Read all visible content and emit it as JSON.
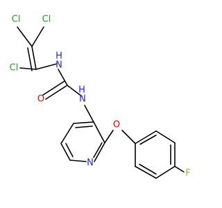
{
  "molecule": {
    "atoms": {
      "cl1": {
        "label": "Cl",
        "element": "Cl"
      },
      "cl2": {
        "label": "Cl",
        "element": "Cl"
      },
      "cl3": {
        "label": "Cl",
        "element": "Cl"
      },
      "nh1": {
        "label": "N",
        "element": "N",
        "hydrogen": "H"
      },
      "o1": {
        "label": "O",
        "element": "O"
      },
      "nh2": {
        "label": "N",
        "element": "N",
        "hydrogen": "H"
      },
      "o2": {
        "label": "O",
        "element": "O"
      },
      "n_ring": {
        "label": "N",
        "element": "N"
      },
      "f1": {
        "label": "F",
        "element": "F"
      }
    }
  },
  "colors": {
    "bond": "#000000",
    "Cl": "#1fa01f",
    "N": "#2020ff",
    "O": "#ff0000",
    "F": "#8fb93a"
  }
}
